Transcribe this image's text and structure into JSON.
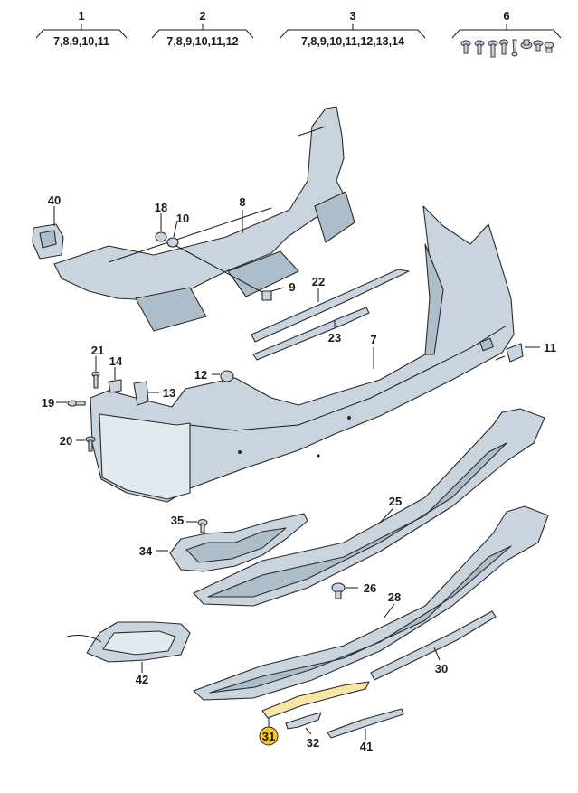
{
  "accent_color": "#f5c518",
  "part_fill": "#c9d4de",
  "part_shade": "#aebdca",
  "part_light": "#e2e9ef",
  "highlight_fill": "#f7e6a6",
  "header_groups": [
    {
      "number": "1",
      "sub": "7,8,9,10,11"
    },
    {
      "number": "2",
      "sub": "7,8,9,10,11,12"
    },
    {
      "number": "3",
      "sub": "7,8,9,10,11,12,13,14"
    },
    {
      "number": "6",
      "sub": ""
    }
  ],
  "labels": {
    "l40": "40",
    "l18": "18",
    "l10": "10",
    "l8": "8",
    "l9": "9",
    "l22": "22",
    "l23": "23",
    "l7": "7",
    "l11": "11",
    "l21": "21",
    "l14": "14",
    "l12": "12",
    "l13": "13",
    "l19": "19",
    "l20": "20",
    "l25": "25",
    "l35": "35",
    "l34": "34",
    "l26": "26",
    "l28": "28",
    "l42": "42",
    "l30": "30",
    "l31": "31",
    "l32": "32",
    "l41": "41"
  },
  "highlighted_part": "31"
}
